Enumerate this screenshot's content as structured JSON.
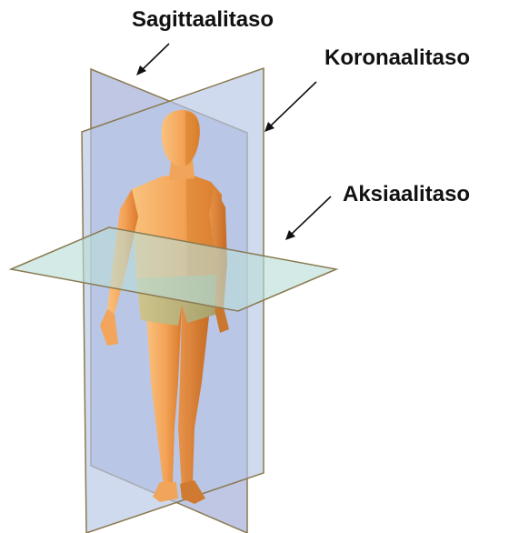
{
  "labels": {
    "sagittal": "Sagittaalitaso",
    "coronal": "Koronaalitaso",
    "axial": "Aksiaalitaso"
  },
  "colors": {
    "sagittal_plane": "#a9b4dc",
    "coronal_plane": "#b7c6e6",
    "axial_plane": "#b9ddd6",
    "plane_edge": "#8a7a50",
    "body_light": "#f7b46a",
    "body_dark": "#e07d28",
    "body_shadow": "#c9772e",
    "trunks": "#b9b37a",
    "label_text": "#111111",
    "arrow": "#111111"
  }
}
